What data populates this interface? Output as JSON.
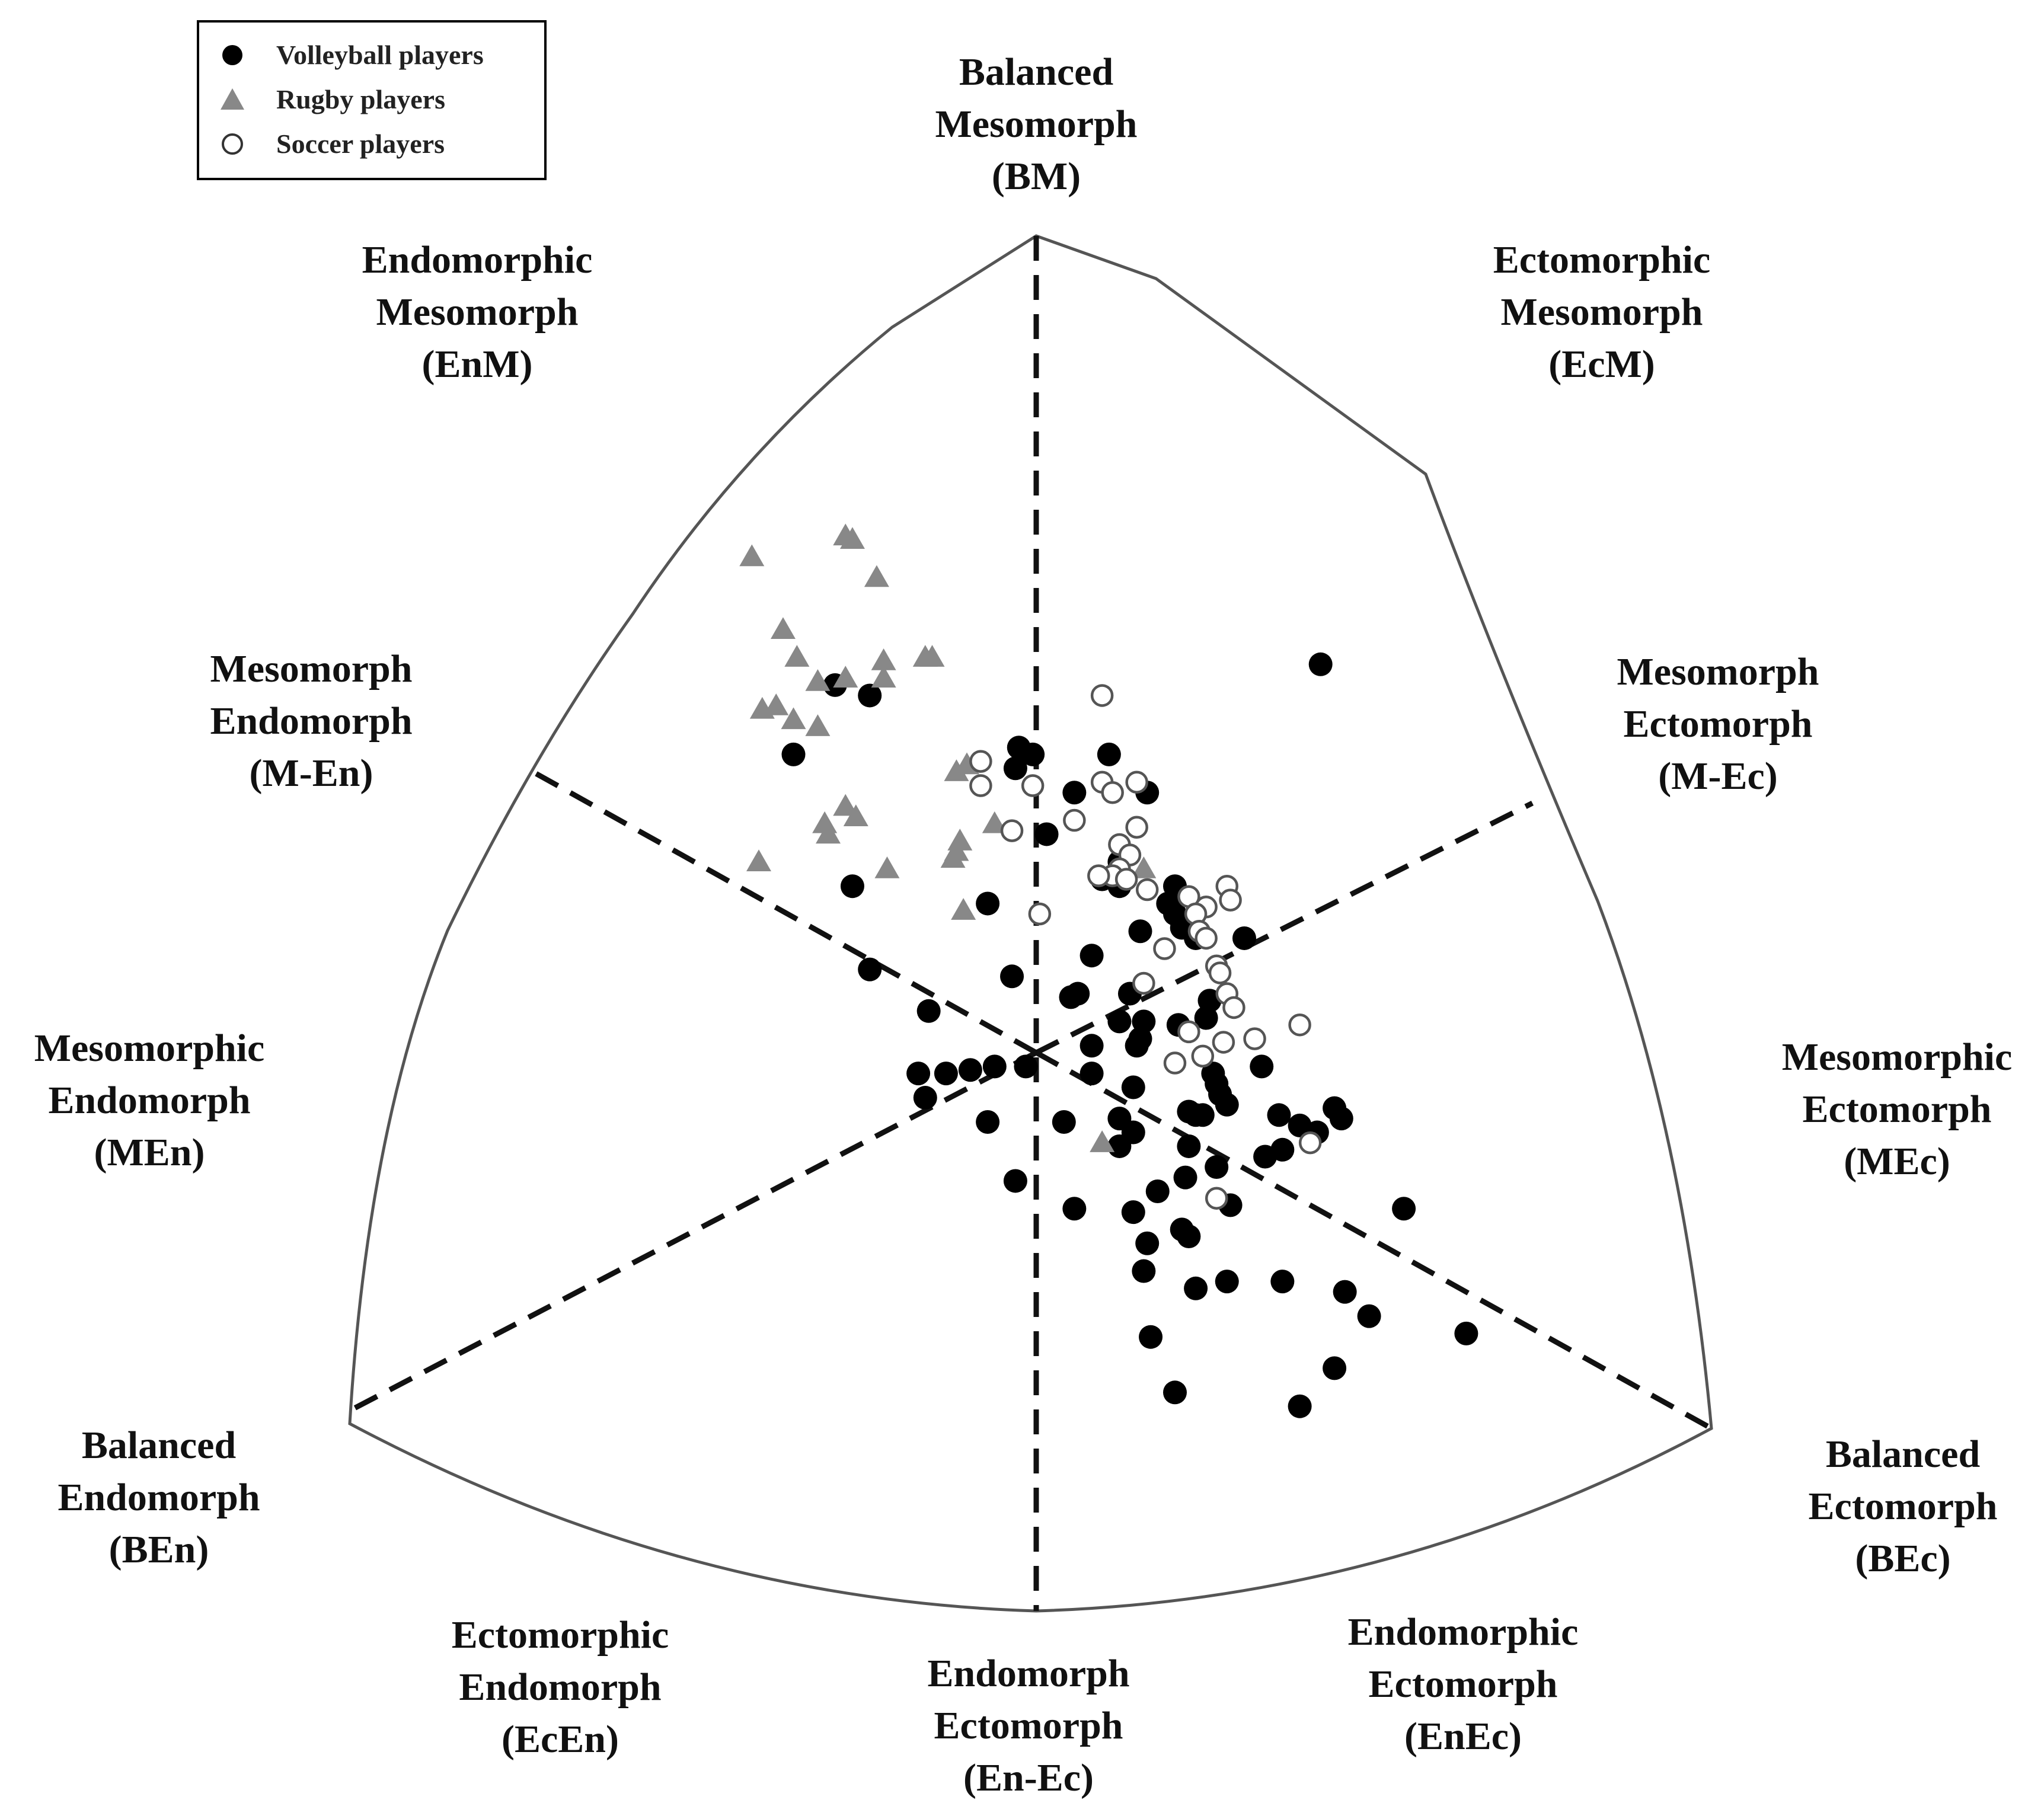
{
  "chart_data": {
    "type": "scatter",
    "title": "",
    "xlabel": "",
    "ylabel": "",
    "x_range": [
      -8,
      8
    ],
    "y_range": [
      -10,
      16
    ],
    "grid": false,
    "legend": "top-left",
    "legend_entries": [
      "Volleyball players",
      "Rugby players",
      "Soccer players"
    ],
    "regions": [
      {
        "id": "bm",
        "lines": [
          "Balanced",
          "Mesomorph",
          "(BM)"
        ]
      },
      {
        "id": "ecm",
        "lines": [
          "Ectomorphic",
          "Mesomorph",
          "(EcM)"
        ]
      },
      {
        "id": "enm",
        "lines": [
          "Endomorphic",
          "Mesomorph",
          "(EnM)"
        ]
      },
      {
        "id": "men-upper",
        "lines": [
          "Mesomorph",
          "Endomorph",
          "(M-En)"
        ]
      },
      {
        "id": "mec-upper",
        "lines": [
          "Mesomorph",
          "Ectomorph",
          "(M-Ec)"
        ]
      },
      {
        "id": "men",
        "lines": [
          "Mesomorphic",
          "Endomorph",
          "(MEn)"
        ]
      },
      {
        "id": "mec",
        "lines": [
          "Mesomorphic",
          "Ectomorph",
          "(MEc)"
        ]
      },
      {
        "id": "ben",
        "lines": [
          "Balanced",
          "Endomorph",
          "(BEn)"
        ]
      },
      {
        "id": "bec",
        "lines": [
          "Balanced",
          "Ectomorph",
          "(BEc)"
        ]
      },
      {
        "id": "ecen",
        "lines": [
          "Ectomorphic",
          "Endomorph",
          "(EcEn)"
        ]
      },
      {
        "id": "en-ec",
        "lines": [
          "Endomorph",
          "Ectomorph",
          "(En-Ec)"
        ]
      },
      {
        "id": "enec",
        "lines": [
          "Endomorphic",
          "Ectomorph",
          "(EnEc)"
        ]
      }
    ],
    "series": [
      {
        "name": "Volleyball players",
        "marker": "filled-circle",
        "color": "#000000",
        "points": [
          [
            8.2,
            11.2
          ],
          [
            -5.8,
            10.6
          ],
          [
            -4.8,
            10.3
          ],
          [
            -7.0,
            8.6
          ],
          [
            -0.5,
            8.8
          ],
          [
            -0.1,
            8.6
          ],
          [
            -0.6,
            8.2
          ],
          [
            2.1,
            8.6
          ],
          [
            1.1,
            7.5
          ],
          [
            3.2,
            7.5
          ],
          [
            0.3,
            6.3
          ],
          [
            2.4,
            5.5
          ],
          [
            1.9,
            5.0
          ],
          [
            2.4,
            4.8
          ],
          [
            4.0,
            4.8
          ],
          [
            3.8,
            4.3
          ],
          [
            4.0,
            4.0
          ],
          [
            4.4,
            3.8
          ],
          [
            4.2,
            3.6
          ],
          [
            4.6,
            3.3
          ],
          [
            3.0,
            3.5
          ],
          [
            6.0,
            3.3
          ],
          [
            -5.3,
            4.8
          ],
          [
            -1.4,
            4.3
          ],
          [
            1.6,
            2.8
          ],
          [
            -4.8,
            2.4
          ],
          [
            -0.7,
            2.2
          ],
          [
            1.2,
            1.7
          ],
          [
            1.0,
            1.6
          ],
          [
            2.7,
            1.7
          ],
          [
            5.0,
            1.5
          ],
          [
            4.9,
            1.0
          ],
          [
            2.4,
            0.9
          ],
          [
            3.1,
            0.9
          ],
          [
            4.1,
            0.8
          ],
          [
            3.0,
            0.4
          ],
          [
            2.9,
            0.2
          ],
          [
            1.6,
            0.2
          ],
          [
            6.5,
            -0.4
          ],
          [
            -3.1,
            1.2
          ],
          [
            -1.2,
            -0.4
          ],
          [
            -0.3,
            -0.4
          ],
          [
            -1.9,
            -0.5
          ],
          [
            -2.6,
            -0.6
          ],
          [
            -3.4,
            -0.6
          ],
          [
            -3.2,
            -1.3
          ],
          [
            1.6,
            -0.6
          ],
          [
            2.8,
            -1.0
          ],
          [
            5.1,
            -0.6
          ],
          [
            5.2,
            -0.9
          ],
          [
            5.3,
            -1.2
          ],
          [
            5.5,
            -1.5
          ],
          [
            7.0,
            -1.8
          ],
          [
            4.4,
            -1.7
          ],
          [
            4.6,
            -1.8
          ],
          [
            4.8,
            -1.8
          ],
          [
            7.6,
            -2.1
          ],
          [
            8.6,
            -1.6
          ],
          [
            8.8,
            -1.9
          ],
          [
            2.4,
            -1.9
          ],
          [
            2.8,
            -2.3
          ],
          [
            -1.4,
            -2.0
          ],
          [
            0.8,
            -2.0
          ],
          [
            2.4,
            -2.7
          ],
          [
            4.4,
            -2.7
          ],
          [
            5.2,
            -3.3
          ],
          [
            6.6,
            -3.0
          ],
          [
            7.1,
            -2.8
          ],
          [
            8.1,
            -2.3
          ],
          [
            -0.6,
            -3.7
          ],
          [
            4.3,
            -3.6
          ],
          [
            3.5,
            -4.0
          ],
          [
            5.6,
            -4.4
          ],
          [
            1.1,
            -4.5
          ],
          [
            2.8,
            -4.6
          ],
          [
            4.2,
            -5.1
          ],
          [
            4.4,
            -5.3
          ],
          [
            3.2,
            -5.5
          ],
          [
            10.6,
            -4.5
          ],
          [
            3.1,
            -6.3
          ],
          [
            5.5,
            -6.6
          ],
          [
            4.6,
            -6.8
          ],
          [
            7.1,
            -6.6
          ],
          [
            8.9,
            -6.9
          ],
          [
            9.6,
            -7.6
          ],
          [
            12.4,
            -8.1
          ],
          [
            3.3,
            -8.2
          ],
          [
            8.6,
            -9.1
          ],
          [
            4.0,
            -9.8
          ],
          [
            7.6,
            -10.2
          ]
        ]
      },
      {
        "name": "Rugby players",
        "marker": "filled-triangle",
        "color": "#888888",
        "points": [
          [
            -5.5,
            14.9
          ],
          [
            -5.3,
            14.8
          ],
          [
            -8.2,
            14.3
          ],
          [
            -4.6,
            13.7
          ],
          [
            -7.3,
            12.2
          ],
          [
            -6.9,
            11.4
          ],
          [
            -4.4,
            11.3
          ],
          [
            -3.2,
            11.4
          ],
          [
            -3.0,
            11.4
          ],
          [
            -6.3,
            10.7
          ],
          [
            -5.5,
            10.8
          ],
          [
            -4.4,
            10.8
          ],
          [
            -7.9,
            9.9
          ],
          [
            -7.5,
            10.0
          ],
          [
            -6.3,
            9.4
          ],
          [
            -7.0,
            9.6
          ],
          [
            -2.3,
            8.1
          ],
          [
            -2.0,
            8.3
          ],
          [
            -5.5,
            7.1
          ],
          [
            -5.2,
            6.8
          ],
          [
            -6.1,
            6.6
          ],
          [
            -6.0,
            6.3
          ],
          [
            -1.2,
            6.6
          ],
          [
            -2.2,
            6.1
          ],
          [
            -2.3,
            5.8
          ],
          [
            -2.4,
            5.6
          ],
          [
            -8.0,
            5.5
          ],
          [
            -4.3,
            5.3
          ],
          [
            -2.1,
            4.1
          ],
          [
            3.1,
            5.3
          ],
          [
            1.9,
            -2.6
          ]
        ]
      },
      {
        "name": "Soccer players",
        "marker": "open-circle",
        "color": "#555555",
        "points": [
          [
            1.9,
            10.3
          ],
          [
            -1.6,
            8.4
          ],
          [
            -1.6,
            7.7
          ],
          [
            -0.1,
            7.7
          ],
          [
            1.9,
            7.8
          ],
          [
            2.9,
            7.8
          ],
          [
            2.2,
            7.5
          ],
          [
            1.1,
            6.7
          ],
          [
            2.9,
            6.5
          ],
          [
            -0.7,
            6.4
          ],
          [
            2.4,
            6.0
          ],
          [
            2.7,
            5.7
          ],
          [
            2.4,
            5.3
          ],
          [
            2.2,
            5.1
          ],
          [
            1.8,
            5.1
          ],
          [
            2.6,
            5.0
          ],
          [
            5.5,
            4.8
          ],
          [
            3.2,
            4.7
          ],
          [
            4.4,
            4.5
          ],
          [
            5.6,
            4.4
          ],
          [
            4.9,
            4.2
          ],
          [
            4.6,
            4.0
          ],
          [
            4.7,
            3.5
          ],
          [
            4.9,
            3.3
          ],
          [
            0.1,
            4.0
          ],
          [
            3.7,
            3.0
          ],
          [
            5.2,
            2.5
          ],
          [
            5.3,
            2.3
          ],
          [
            3.1,
            2.0
          ],
          [
            5.5,
            1.7
          ],
          [
            4.4,
            0.6
          ],
          [
            5.7,
            1.3
          ],
          [
            6.3,
            0.4
          ],
          [
            5.4,
            0.3
          ],
          [
            4.8,
            -0.1
          ],
          [
            4.0,
            -0.3
          ],
          [
            7.6,
            0.8
          ],
          [
            7.9,
            -2.6
          ],
          [
            5.2,
            -4.2
          ]
        ]
      }
    ]
  }
}
